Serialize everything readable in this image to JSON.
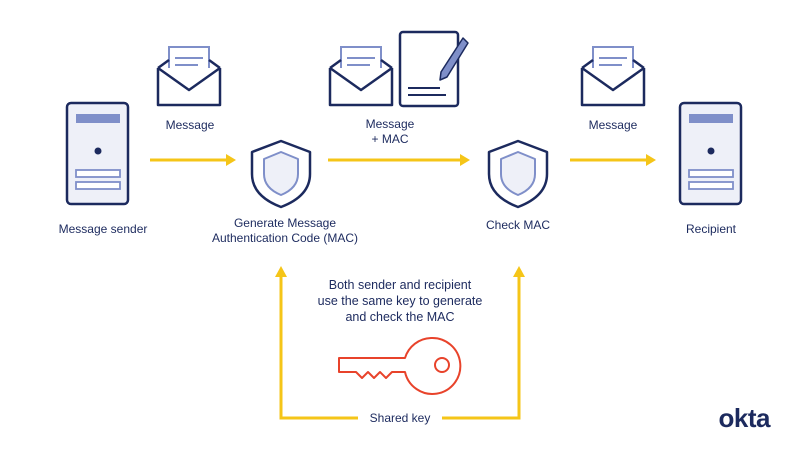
{
  "labels": {
    "sender": "Message sender",
    "message_left": "Message",
    "generate": "Generate Message\nAuthentication Code (MAC)",
    "message_mac": "Message\n+ MAC",
    "check": "Check MAC",
    "message_right": "Message",
    "recipient": "Recipient",
    "note": "Both sender and recipient\nuse the same key to generate\nand check the MAC",
    "shared_key": "Shared key"
  },
  "brand": {
    "logo_text": "okta"
  },
  "colors": {
    "navy": "#1c2a5e",
    "navy_soft": "#7f8fc9",
    "arrow_yellow": "#f5c518",
    "key_red": "#e8432b",
    "panel": "#eef0f8"
  },
  "icons": {
    "sender": "server-icon",
    "recipient": "server-icon",
    "envelopes": "envelope-icon",
    "mac_doc": "signed-document-icon",
    "shields": "shield-icon",
    "key": "key-icon"
  }
}
